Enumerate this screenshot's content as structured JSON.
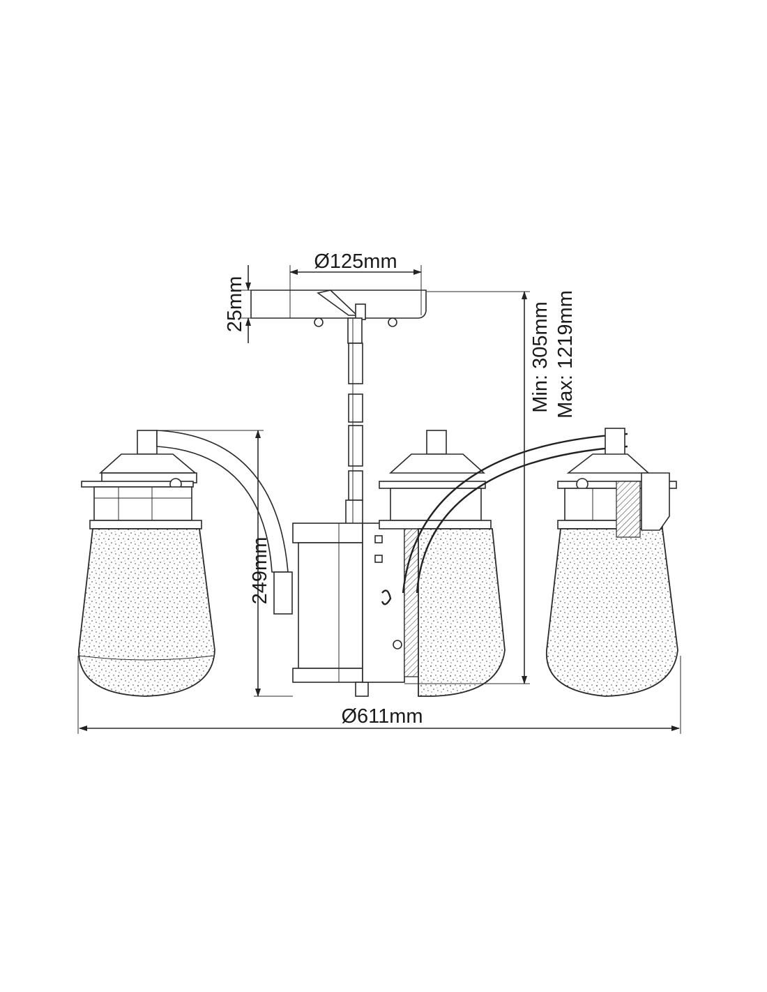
{
  "drawing": {
    "dimensions": {
      "canopy_diameter": "Ø125mm",
      "canopy_height": "25mm",
      "drop_min": "Min: 305mm",
      "drop_max": "Max: 1219mm",
      "lamp_height": "249mm",
      "overall_diameter": "Ø611mm"
    },
    "line_color": "#2a2a2a",
    "background": "#ffffff"
  }
}
